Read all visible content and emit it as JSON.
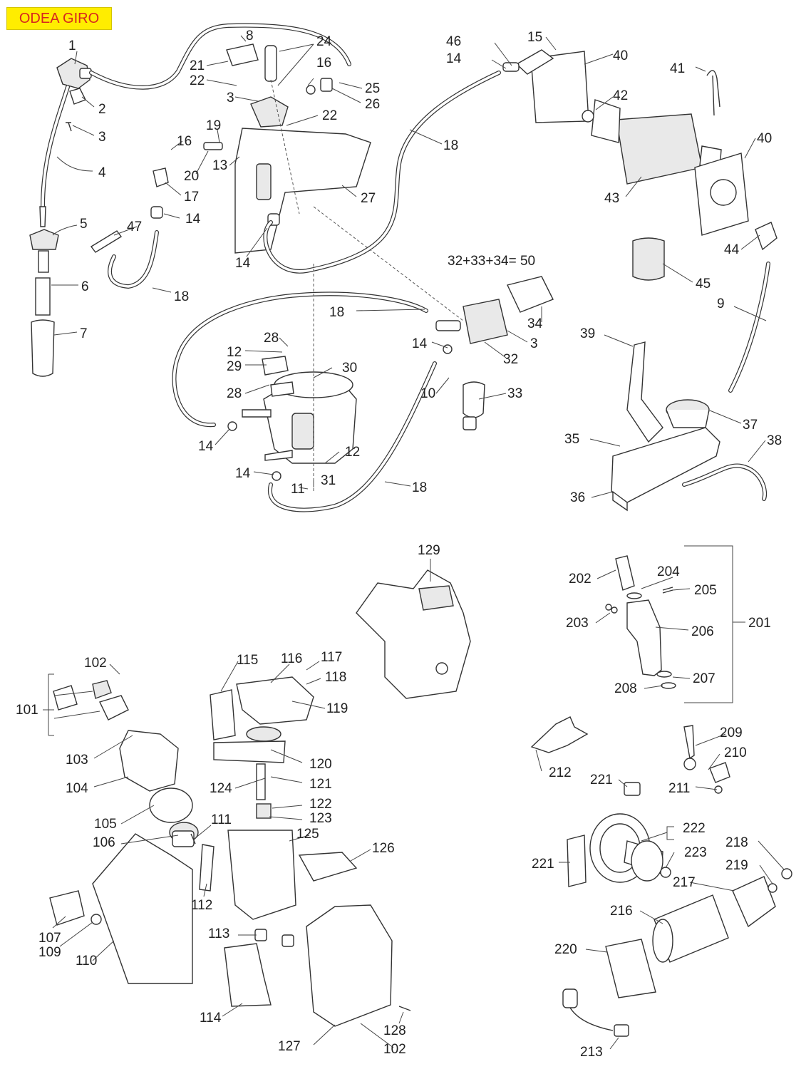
{
  "title": "ODEA GIRO",
  "colors": {
    "badge_bg": "#ffed00",
    "badge_text": "#d7261e"
  },
  "formula": "32+33+34= 50",
  "callouts": {
    "c1": "1",
    "c2": "2",
    "c3a": "3",
    "c4": "4",
    "c5": "5",
    "c6": "6",
    "c7": "7",
    "c8": "8",
    "c21": "21",
    "c22a": "22",
    "c3b": "3",
    "c24": "24",
    "c16a": "16",
    "c25": "25",
    "c26": "26",
    "c22b": "22",
    "c19": "19",
    "c16b": "16",
    "c13": "13",
    "c20": "20",
    "c17": "17",
    "c14a": "14",
    "c47": "47",
    "c18a": "18",
    "c14b": "14",
    "c27": "27",
    "c18b": "18",
    "c46": "46",
    "c15": "15",
    "c14c": "14",
    "c40a": "40",
    "c41": "41",
    "c42": "42",
    "c18c": "18",
    "c40b": "40",
    "c43": "43",
    "c44": "44",
    "c45": "45",
    "c9": "9",
    "c34": "34",
    "c14d": "14",
    "c3c": "3",
    "c32": "32",
    "c28a": "28",
    "c12a": "12",
    "c29": "29",
    "c30": "30",
    "c28b": "28",
    "c10": "10",
    "c33": "33",
    "c14e": "14",
    "c12b": "12",
    "c14f": "14",
    "c31": "31",
    "c11": "11",
    "c18d": "18",
    "c39": "39",
    "c37": "37",
    "c35": "35",
    "c38": "38",
    "c36": "36",
    "c129": "129",
    "c201": "201",
    "c202": "202",
    "c204": "204",
    "c205": "205",
    "c203": "203",
    "c206": "206",
    "c207": "207",
    "c208": "208",
    "c102a": "102",
    "c101": "101",
    "c115": "115",
    "c116": "116",
    "c117": "117",
    "c118": "118",
    "c119": "119",
    "c103": "103",
    "c120": "120",
    "c104": "104",
    "c124": "124",
    "c121": "121",
    "c105": "105",
    "c122": "122",
    "c123": "123",
    "c111": "111",
    "c106": "106",
    "c125": "125",
    "c126": "126",
    "c112": "112",
    "c107": "107",
    "c109": "109",
    "c110": "110",
    "c113": "113",
    "c114": "114",
    "c128": "128",
    "c127": "127",
    "c102b": "102",
    "c212": "212",
    "c209": "209",
    "c210": "210",
    "c221a": "221",
    "c211": "211",
    "c222": "222",
    "c223": "223",
    "c218": "218",
    "c221b": "221",
    "c219": "219",
    "c217": "217",
    "c216": "216",
    "c220": "220",
    "c213": "213"
  }
}
